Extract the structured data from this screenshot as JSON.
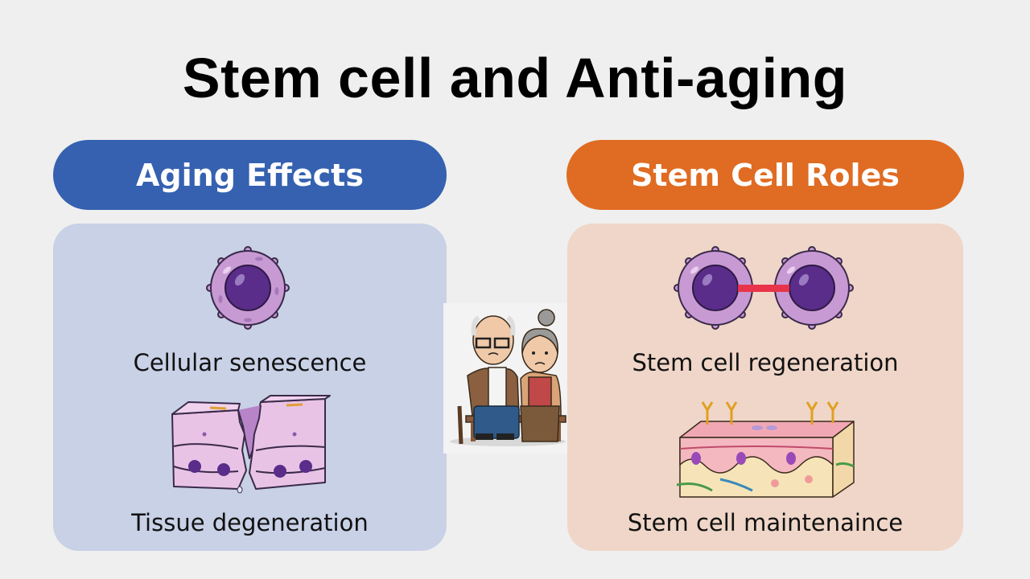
{
  "title": "Stem cell and Anti-aging",
  "left_section": {
    "header": "Aging Effects",
    "color": "#3561b0",
    "panel_color": "#c8d1e6",
    "items": [
      {
        "label": "Cellular senescence",
        "icon": "senescent-cell-icon"
      },
      {
        "label": "Tissue degeneration",
        "icon": "broken-tissue-icon"
      }
    ]
  },
  "right_section": {
    "header": "Stem Cell Roles",
    "color": "#e06b22",
    "panel_color": "#efd6c8",
    "items": [
      {
        "label": "Stem cell regeneration",
        "icon": "dividing-cells-icon"
      },
      {
        "label": "Stem cell maintenaince",
        "icon": "healthy-tissue-icon"
      }
    ]
  },
  "center_illustration": {
    "icon": "elderly-couple-icon"
  }
}
